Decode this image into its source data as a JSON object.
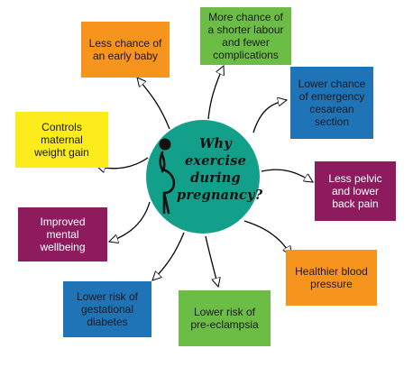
{
  "title_lines": [
    "Why",
    "exercise",
    "during",
    "pregnancy?"
  ],
  "colors": {
    "hub": "#13a08a",
    "orange": "#f7941d",
    "green": "#6cbd45",
    "blue": "#1f73b7",
    "purple": "#8e1b5d",
    "yellow": "#fcec1b"
  },
  "icon": "pregnant-woman-icon",
  "benefits": {
    "early_baby": [
      "Less chance of",
      "an early baby"
    ],
    "shorter_labour": [
      "More chance of",
      "a shorter labour",
      "and fewer",
      "complications"
    ],
    "caesarean": [
      "Lower chance",
      "of emergency",
      "cesarean",
      "section"
    ],
    "back_pain": [
      "Less pelvic",
      "and lower",
      "back pain"
    ],
    "blood_pressure": [
      "Healthier blood",
      "pressure"
    ],
    "pre_eclampsia": [
      "Lower risk of",
      "pre-eclampsia"
    ],
    "gestational_diabetes": [
      "Lower risk of",
      "gestational",
      "diabetes"
    ],
    "mental_wellbeing": [
      "Improved",
      "mental",
      "wellbeing"
    ],
    "weight_gain": [
      "Controls",
      "maternal",
      "weight gain"
    ]
  }
}
